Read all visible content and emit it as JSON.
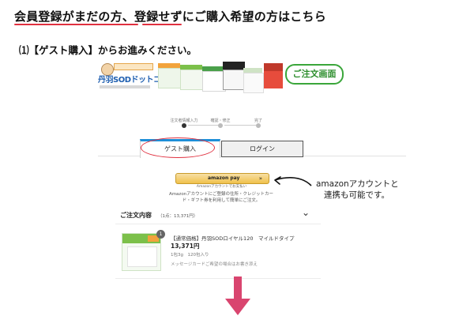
{
  "headline": "会員登録がまだの方、登録せずにご購入希望の方はこちら",
  "step_title": "⑴【ゲスト購入】からお進みください。",
  "banner": {
    "logo_text": "丹羽SODドットコム",
    "order_button": "ご注文画面"
  },
  "progress": {
    "steps": [
      "注文者情報入力",
      "確認・修正",
      "完了"
    ]
  },
  "tabs": {
    "guest": "ゲスト購入",
    "login": "ログイン"
  },
  "amazon": {
    "button_label": "amazon pay",
    "sub_label": "Amazonアカウントでお支払い",
    "desc_line1": "Amazonアカウントにご登録の住所・クレジットカー",
    "desc_line2": "ド・ギフト券を利用して簡単にご注文。"
  },
  "annotation": {
    "line1": "amazonアカウントと",
    "line2": "連携も可能です。"
  },
  "order": {
    "title": "ご注文内容",
    "summary": "（1点：13,371円）"
  },
  "product": {
    "badge_count": "1",
    "name": "【通常価格】丹羽SODロイヤル120　マイルドタイプ",
    "price": "13,371円",
    "qty": "1包3g　120包入り",
    "message": "メッセージカードご希望の場合はお書き添え"
  },
  "colors": {
    "accent_red": "#e0303f",
    "tab_blue": "#1e8fd8",
    "arrow_pink": "#d9456f",
    "amazon_gold": "#f0c14b",
    "order_green": "#3aa63a"
  }
}
